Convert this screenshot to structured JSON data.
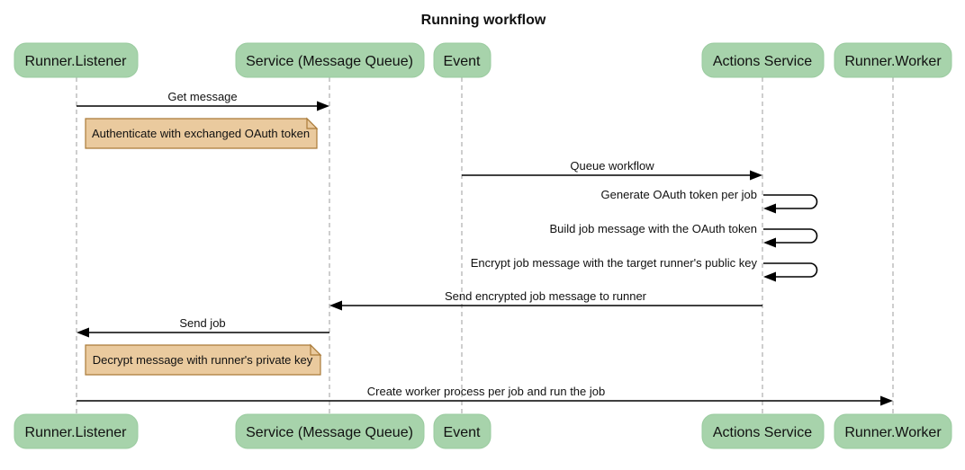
{
  "title": "Running workflow",
  "colors": {
    "actor_fill": "#a7d3ab",
    "actor_border": "#9acb9f",
    "note_fill": "#eaca9e",
    "note_border": "#aa7b39",
    "lifeline": "#9e9e9e",
    "arrow": "#000000",
    "text": "#111111"
  },
  "diagram_type": "sequence",
  "actors": [
    {
      "name": "Runner.Listener"
    },
    {
      "name": "Service (Message Queue)"
    },
    {
      "name": "Event"
    },
    {
      "name": "Actions Service"
    },
    {
      "name": "Runner.Worker"
    }
  ],
  "messages": [
    {
      "type": "arrow",
      "from": "Runner.Listener",
      "to": "Service (Message Queue)",
      "label": "Get message"
    },
    {
      "type": "note",
      "over": "Runner.Listener",
      "label": "Authenticate with exchanged OAuth token"
    },
    {
      "type": "arrow",
      "from": "Event",
      "to": "Actions Service",
      "label": "Queue workflow"
    },
    {
      "type": "self",
      "on": "Actions Service",
      "label": "Generate OAuth token per job"
    },
    {
      "type": "self",
      "on": "Actions Service",
      "label": "Build job message with the OAuth token"
    },
    {
      "type": "self",
      "on": "Actions Service",
      "label": "Encrypt job message with the target runner's public key"
    },
    {
      "type": "arrow",
      "from": "Actions Service",
      "to": "Service (Message Queue)",
      "label": "Send encrypted job message to runner"
    },
    {
      "type": "arrow",
      "from": "Service (Message Queue)",
      "to": "Runner.Listener",
      "label": "Send job"
    },
    {
      "type": "note",
      "over": "Runner.Listener",
      "label": "Decrypt message with runner's private key"
    },
    {
      "type": "arrow",
      "from": "Runner.Listener",
      "to": "Runner.Worker",
      "label": "Create worker process per job and run the job"
    }
  ]
}
